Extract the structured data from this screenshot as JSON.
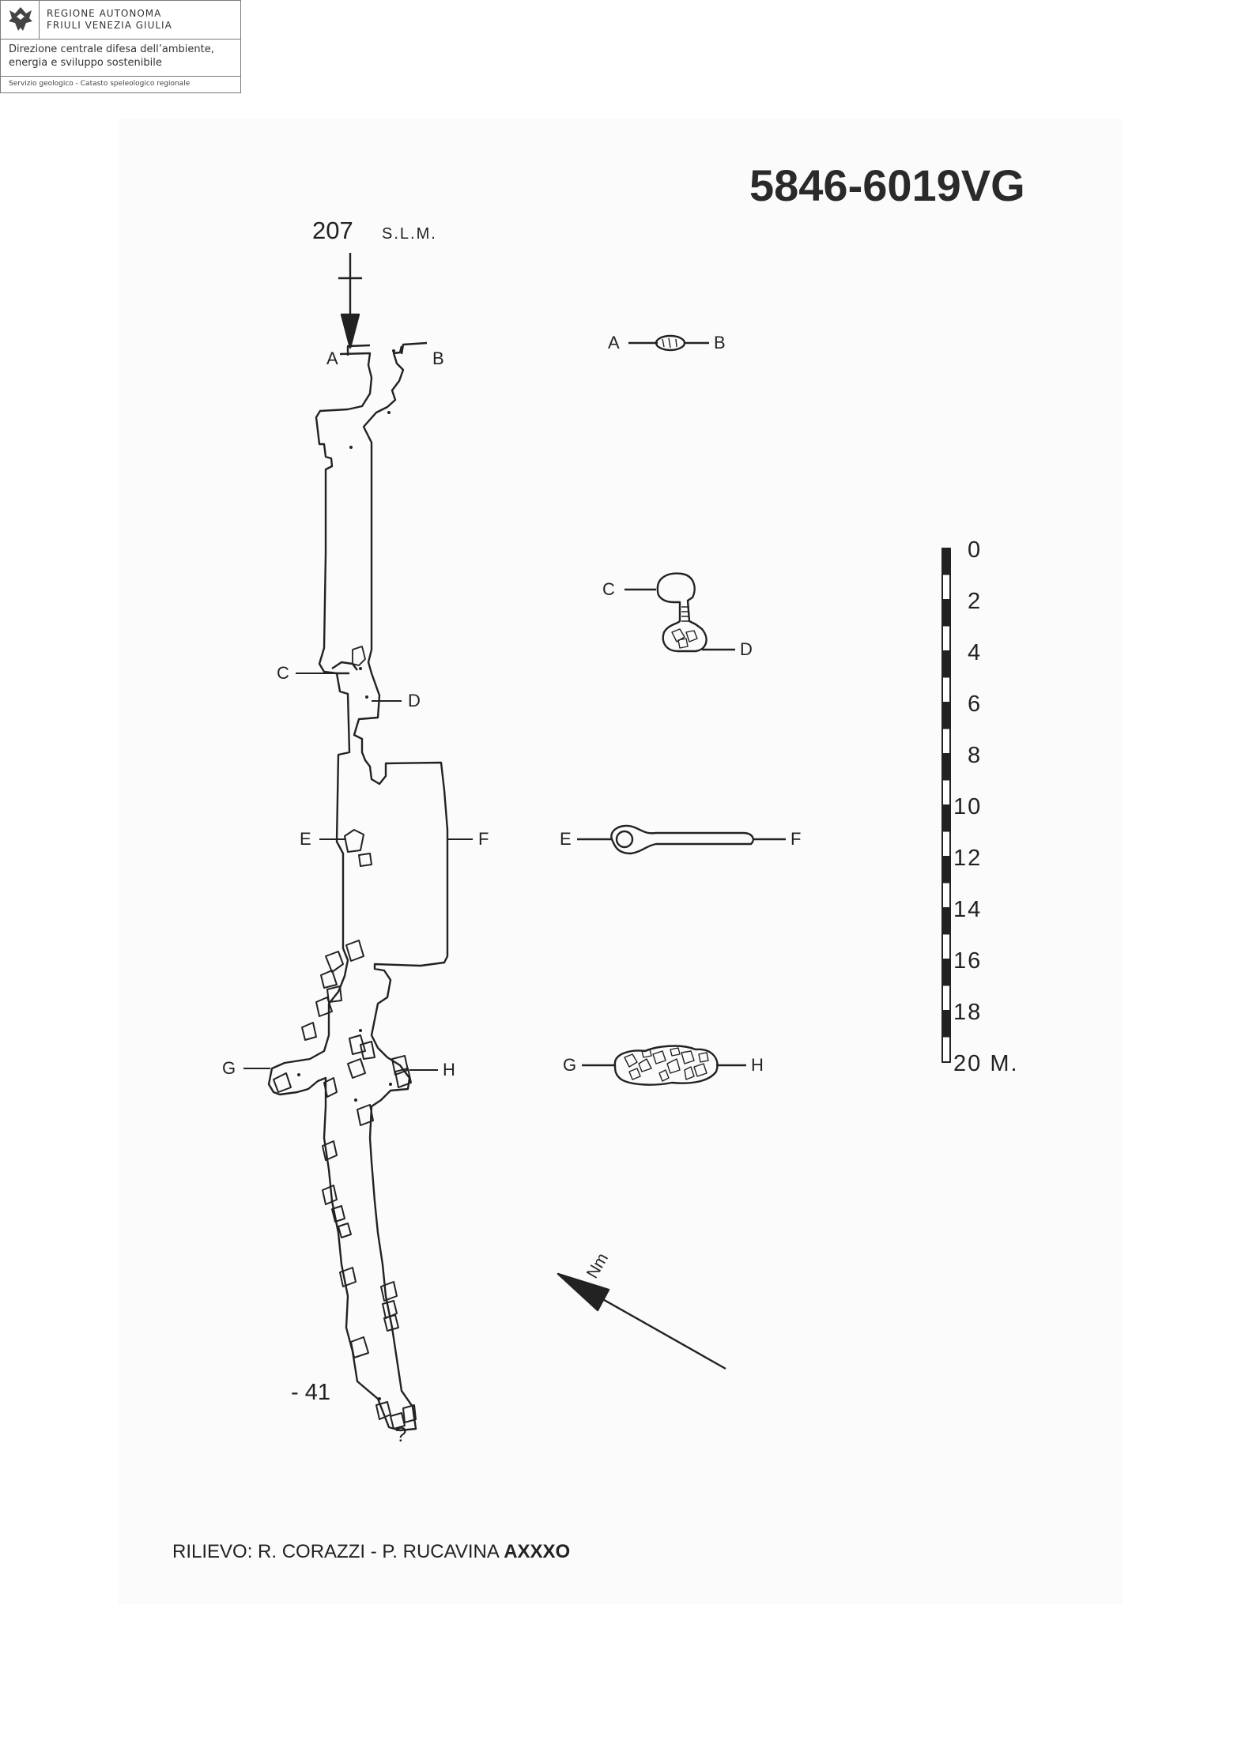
{
  "header": {
    "region_line1": "REGIONE AUTONOMA",
    "region_line2": "FRIULI VENEZIA GIULIA",
    "direction_line1": "Direzione centrale difesa dell’ambiente,",
    "direction_line2": "energia e sviluppo sostenibile",
    "service": "Servizio geologico - Catasto speleologico regionale",
    "logo_icon": "eagle-logo-icon"
  },
  "drawing": {
    "survey_id": "5846-6019VG",
    "entrance_elevation": "207",
    "elevation_unit": "S.L.M.",
    "depth_label": "- 41",
    "section_labels": [
      "A",
      "B",
      "C",
      "D",
      "E",
      "F",
      "G",
      "H"
    ],
    "scale": {
      "ticks": [
        "0",
        "2",
        "4",
        "6",
        "8",
        "10",
        "12",
        "14",
        "16",
        "18"
      ],
      "end_label": "20 M."
    },
    "north_label": "Nm",
    "question_mark": "?",
    "credit_text": "RILIEVO: R. CORAZZI - P. RUCAVINA",
    "credit_code": "AXXXO"
  }
}
